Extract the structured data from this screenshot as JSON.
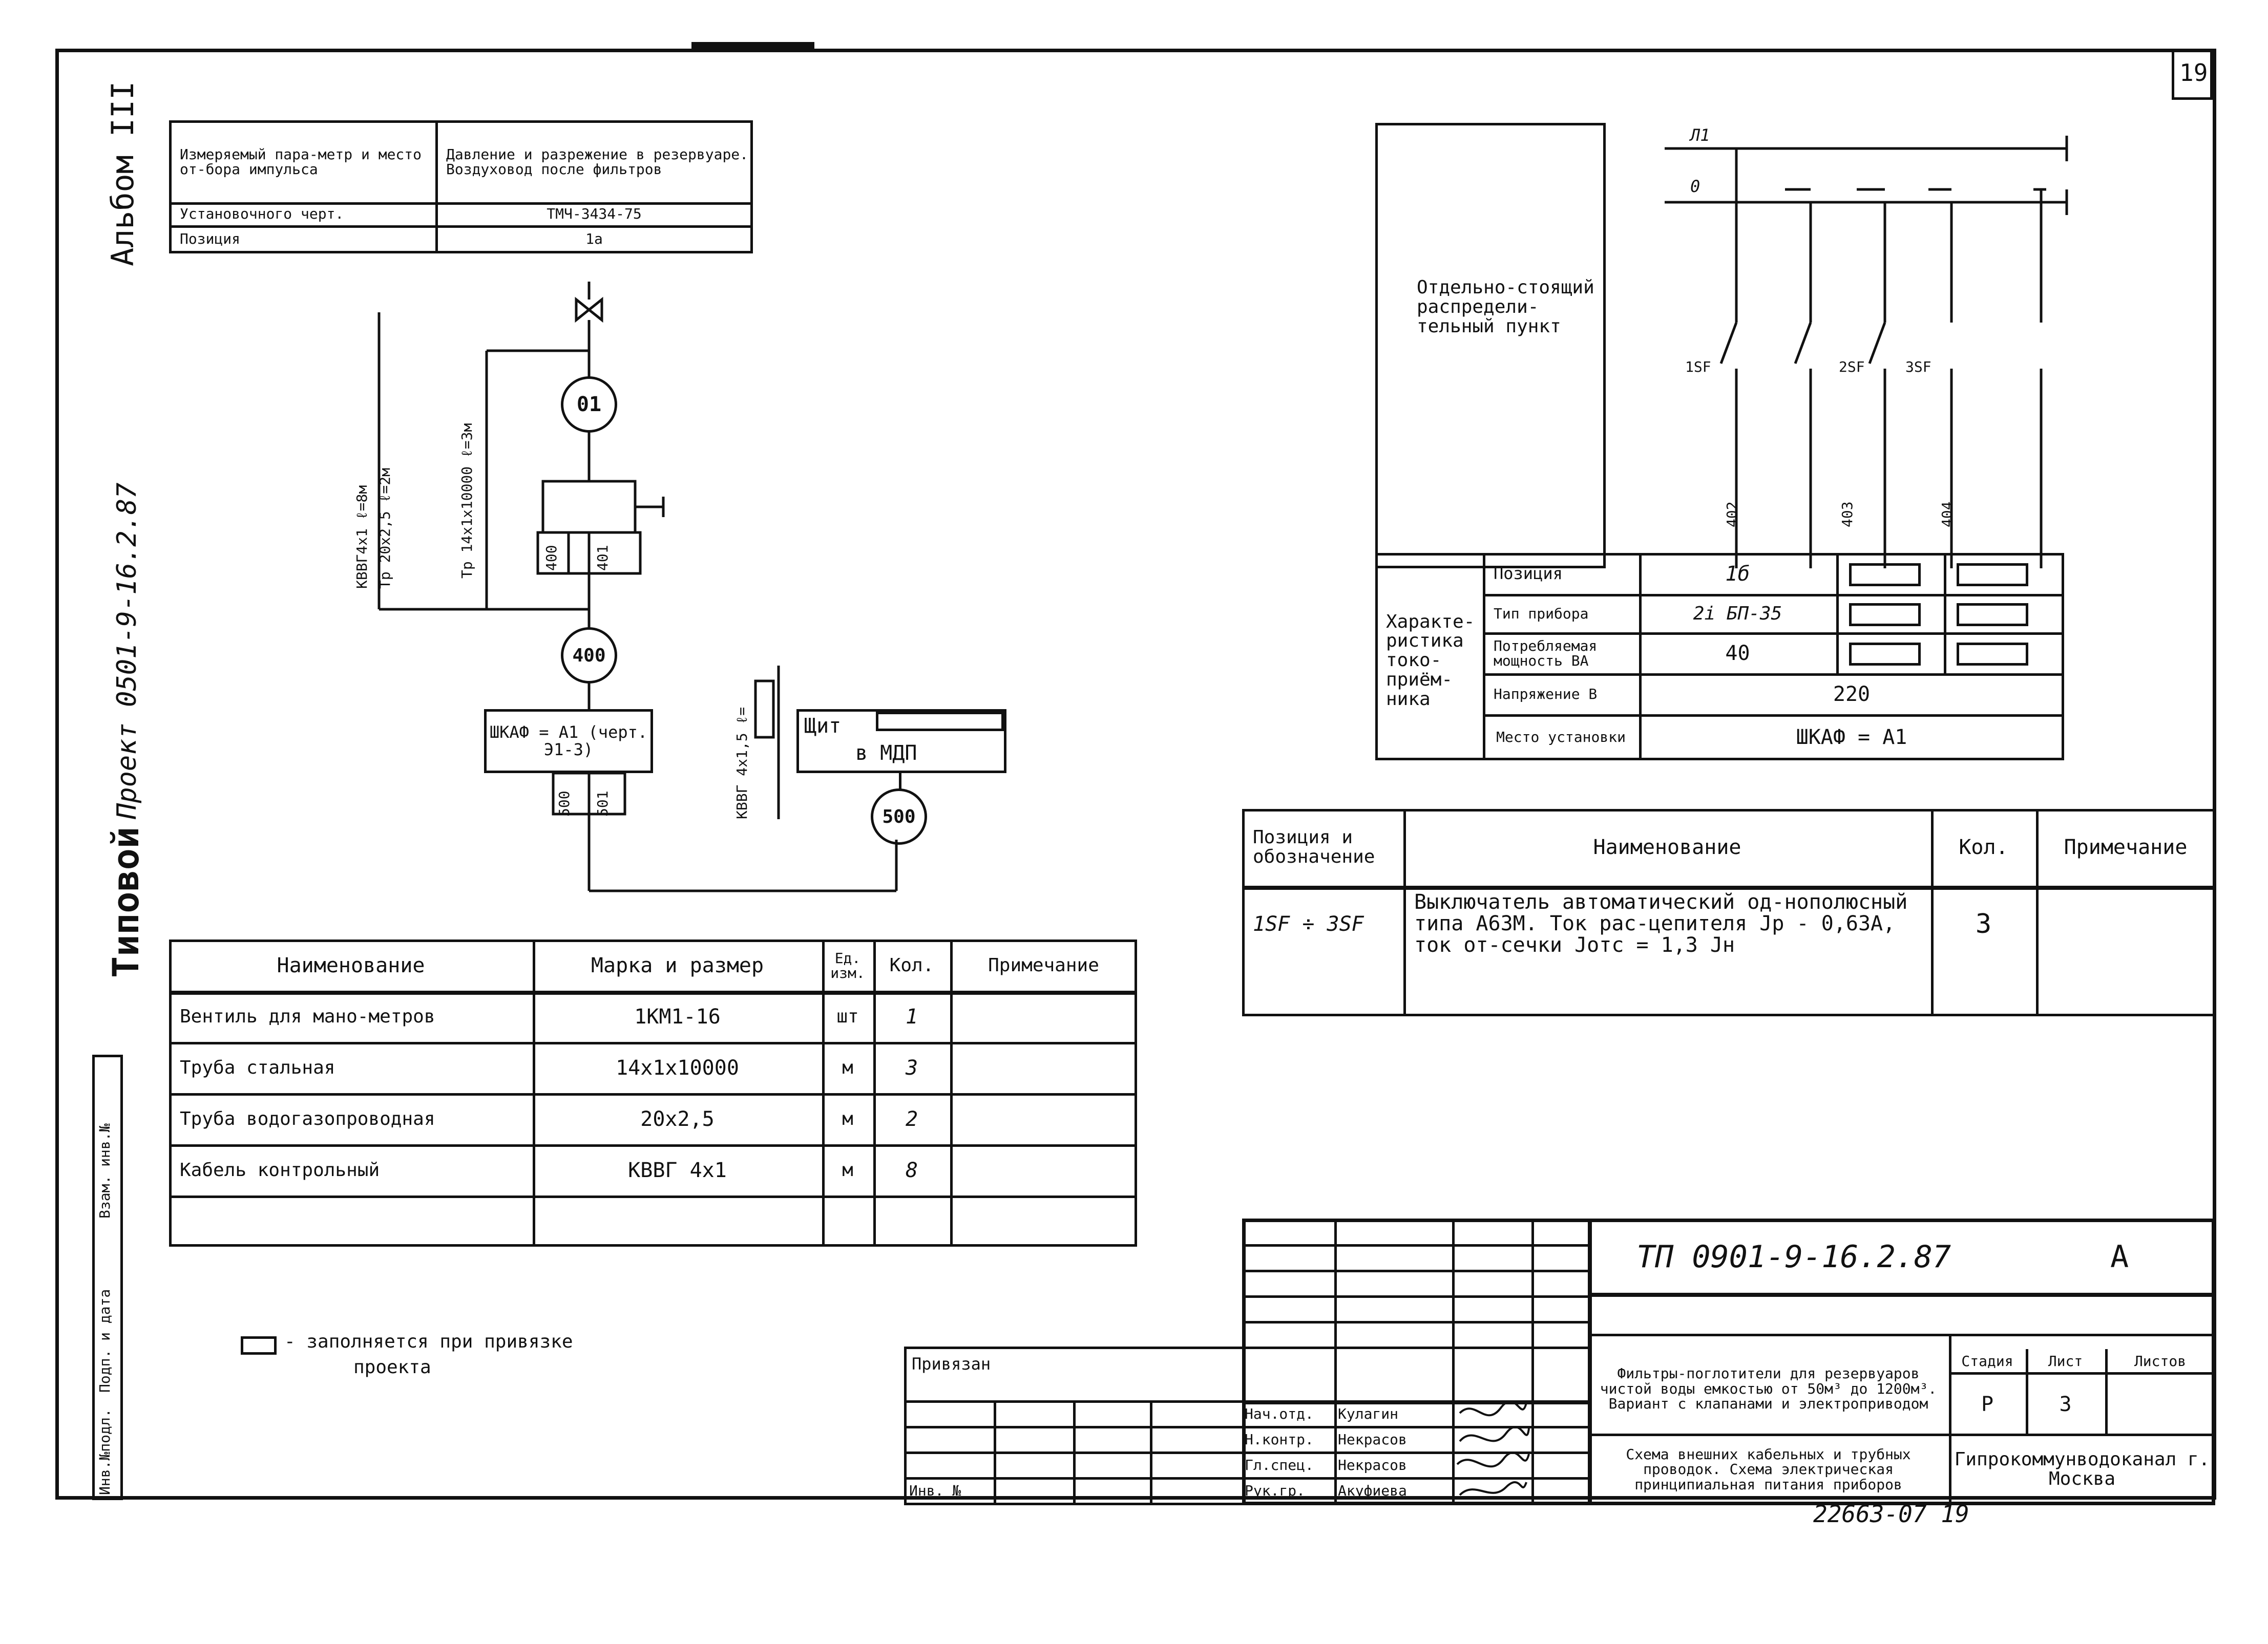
{
  "sheet_corner": "19",
  "side_stamp": {
    "album": "Альбом III",
    "project": "Проект 0501-9-16.2.87",
    "type": "Типовой",
    "field_labels": [
      "Инв.№подл.",
      "Подп. и дата",
      "Взам. инв.№"
    ]
  },
  "sensor_table": {
    "rows": [
      [
        "Измеряемый пара-метр и место от-бора импульса",
        "Давление и разрежение в резервуаре. Воздуховод после фильтров"
      ],
      [
        "Установочного черт.",
        "ТМЧ-3434-75"
      ],
      [
        "Позиция",
        "1а"
      ]
    ]
  },
  "schematic": {
    "circle_top": "01",
    "circle_mid": "400",
    "circle_right": "500",
    "wire_labels": [
      "400",
      "401",
      "500",
      "501"
    ],
    "cable_left": "КВВГ4х1 ℓ=8м",
    "pipe_left": "Тр 20х2,5 ℓ=2м",
    "pipe_mid": "Тр 14х1х10000 ℓ=3м",
    "cable_right": "КВВГ 4х1,5 ℓ=",
    "cabinet": "ШКАФ = А1 (черт. Э1-3)",
    "panel_line1": "Щит",
    "panel_line2": "в МДП"
  },
  "materials_table": {
    "headers": [
      "Наименование",
      "Марка и размер",
      "Ед. изм.",
      "Кол.",
      "Примечание"
    ],
    "rows": [
      [
        "Вентиль для мано-метров",
        "1КМ1-16",
        "шт",
        "1",
        ""
      ],
      [
        "Труба стальная",
        "14х1х10000",
        "м",
        "3",
        ""
      ],
      [
        "Труба водогазопроводная",
        "20х2,5",
        "м",
        "2",
        ""
      ],
      [
        "Кабель контрольный",
        "КВВГ 4х1",
        "м",
        "8",
        ""
      ],
      [
        "",
        "",
        "",
        "",
        ""
      ]
    ]
  },
  "note": {
    "line1": "- заполняется при привязке",
    "line2": "проекта"
  },
  "distribution": {
    "title": "Отдельно-стоящий распредели-тельный пункт",
    "bus_labels": [
      "Л1",
      "0"
    ],
    "switches": [
      "1SF",
      "2SF",
      "3SF"
    ],
    "wires": [
      "402",
      "403",
      "404"
    ]
  },
  "consumer_table": {
    "group_label": "Характе-ристика токо-приём-ника",
    "rows": [
      {
        "label": "Позиция",
        "value": "1б"
      },
      {
        "label": "Тип прибора",
        "value": "2і БП-35"
      },
      {
        "label": "Потребляемая мощность ВА",
        "value": "40"
      },
      {
        "label": "Напряжение В",
        "value": "220"
      },
      {
        "label": "Место установки",
        "value": "ШКАФ = А1"
      }
    ]
  },
  "spec_table": {
    "headers": [
      "Позиция и обозначение",
      "Наименование",
      "Кол.",
      "Примечание"
    ],
    "row": {
      "pos": "1SF ÷ 3SF",
      "name": "Выключатель автоматический од-нополюсный типа А63М. Ток рас-цепителя Jр - 0,63А, ток от-сечки Jотс = 1,3 Jн",
      "qty": "3",
      "note": ""
    }
  },
  "title_block": {
    "doc_code": "ТП 0901-9-16.2.87",
    "stage_letter": "А",
    "bound": "Привязан",
    "inv": "Инв. №",
    "roles": [
      "Нач.отд.",
      "Н.контр.",
      "Гл.спец.",
      "Рук.гр."
    ],
    "names": [
      "Кулагин",
      "Некрасов",
      "Некрасов",
      "Акуфиева"
    ],
    "object_name": "Фильтры-поглотители для резервуаров чистой воды емкостью от 50м³ до 1200м³. Вариант с клапанами и электроприводом",
    "sheet_title": "Схема внешних кабельных и трубных проводок. Схема электрическая принципиальная питания приборов",
    "stage_headers": [
      "Стадия",
      "Лист",
      "Листов"
    ],
    "stage": "Р",
    "sheet": "3",
    "sheets": "",
    "org": "Гипрокоммунводоканал г. Москва",
    "archive": "22663-07 19"
  }
}
